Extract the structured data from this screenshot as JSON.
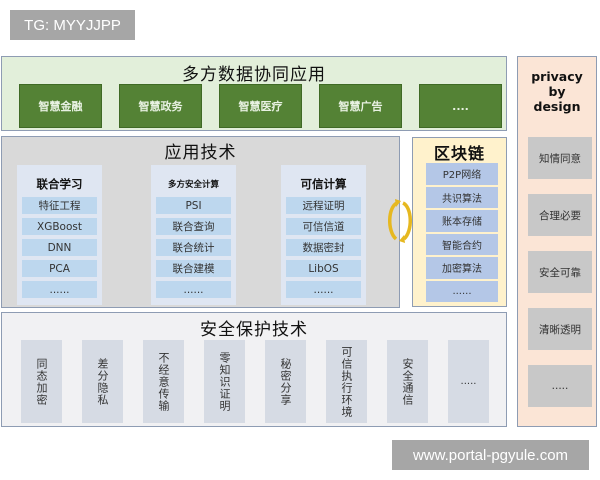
{
  "watermarks": {
    "top": "TG: MYYJJPP",
    "bottom": "www.portal-pgyule.com"
  },
  "app_layer": {
    "title": "多方数据协同应用",
    "items": [
      "智慧金融",
      "智慧政务",
      "智慧医疗",
      "智慧广告",
      "...."
    ],
    "color": "#548235"
  },
  "tech_layer": {
    "title": "应用技术",
    "columns": [
      {
        "title": "联合学习",
        "items": [
          "特征工程",
          "XGBoost",
          "DNN",
          "PCA",
          "......"
        ]
      },
      {
        "title": "多方安全计算",
        "items": [
          "PSI",
          "联合查询",
          "联合统计",
          "联合建模",
          "......"
        ]
      },
      {
        "title": "可信计算",
        "items": [
          "远程证明",
          "可信信道",
          "数据密封",
          "LibOS",
          "......"
        ]
      }
    ]
  },
  "sync_icon": "sync-arrows-icon",
  "blockchain": {
    "title": "区块链",
    "items": [
      "P2P网络",
      "共识算法",
      "账本存储",
      "智能合约",
      "加密算法",
      "......"
    ]
  },
  "security_layer": {
    "title": "安全保护技术",
    "items": [
      "同态加密",
      "差分隐私",
      "不经意传输",
      "零知识证明",
      "秘密分享",
      "可信执行环境",
      "安全通信",
      "....."
    ]
  },
  "privacy": {
    "title_lines": [
      "privacy",
      "by",
      "design"
    ],
    "items": [
      "知情同意",
      "合理必要",
      "安全可靠",
      "清晰透明",
      "....."
    ]
  },
  "colors": {
    "app_bg": "#e2efda",
    "tech_bg": "#d9d9d9",
    "chain_bg": "#fff2cc",
    "sec_bg": "#f1f1f3",
    "privacy_bg": "#fbe5d6"
  }
}
